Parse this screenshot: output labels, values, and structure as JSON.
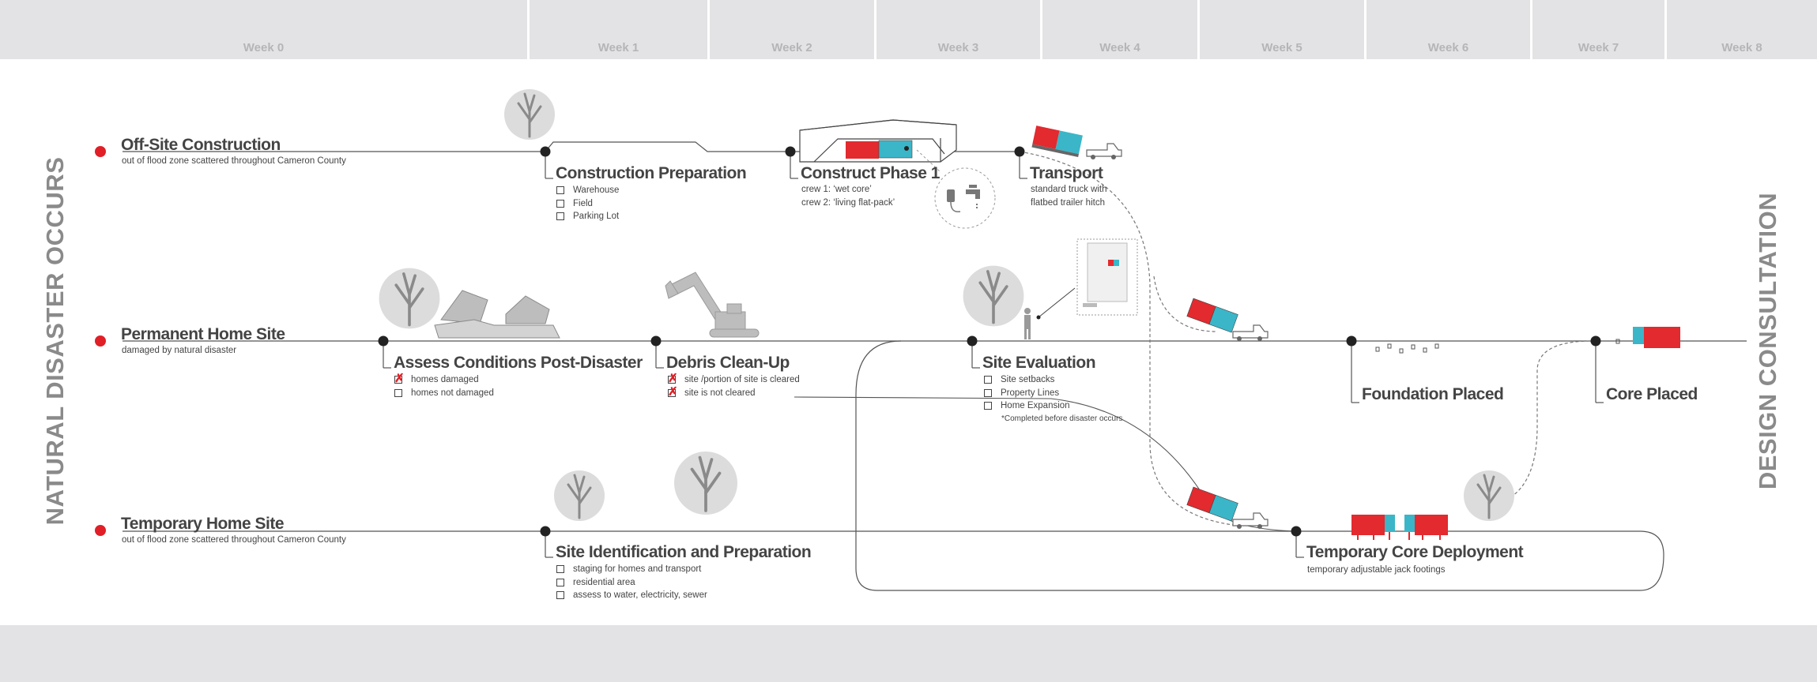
{
  "weeks": [
    "Week 0",
    "Week 1",
    "Week 2",
    "Week 3",
    "Week 4",
    "Week 5",
    "Week 6",
    "Week 7",
    "Week 8"
  ],
  "side_labels": {
    "left": "NATURAL DISASTER OCCURS",
    "right": "DESIGN CONSULTATION"
  },
  "rows": {
    "offsite": {
      "title": "Off-Site Construction",
      "subtitle": "out of flood zone scattered throughout Cameron County"
    },
    "permanent": {
      "title": "Permanent Home Site",
      "subtitle": "damaged by natural disaster"
    },
    "temporary": {
      "title": "Temporary Home Site",
      "subtitle": "out of flood zone scattered throughout Cameron County"
    }
  },
  "steps": {
    "construction_prep": {
      "title": "Construction Preparation",
      "items": [
        {
          "label": "Warehouse",
          "checked": false
        },
        {
          "label": "Field",
          "checked": false
        },
        {
          "label": "Parking Lot",
          "checked": false
        }
      ]
    },
    "construct_phase1": {
      "title": "Construct Phase 1",
      "notes": [
        "crew 1: ‘wet core’",
        "crew 2: ‘living flat-pack’"
      ]
    },
    "transport": {
      "title": "Transport",
      "notes": [
        "standard truck with",
        "flatbed trailer hitch"
      ]
    },
    "assess": {
      "title": "Assess Conditions Post-Disaster",
      "items": [
        {
          "label": "homes damaged",
          "checked": true
        },
        {
          "label": "homes not damaged",
          "checked": false
        }
      ]
    },
    "debris": {
      "title": "Debris Clean-Up",
      "items": [
        {
          "label": "site /portion of site is cleared",
          "checked": true
        },
        {
          "label": "site is not cleared",
          "checked": true
        }
      ]
    },
    "site_eval": {
      "title": "Site Evaluation",
      "items": [
        {
          "label": "Site setbacks",
          "checked": false
        },
        {
          "label": "Property Lines",
          "checked": false
        },
        {
          "label": "Home Expansion",
          "checked": false
        }
      ],
      "footnote": "*Completed before disaster occurs"
    },
    "foundation": {
      "title": "Foundation Placed"
    },
    "core_placed": {
      "title": "Core Placed"
    },
    "site_id": {
      "title": "Site Identification and Preparation",
      "items": [
        {
          "label": "staging for homes and transport",
          "checked": false
        },
        {
          "label": "residential area",
          "checked": false
        },
        {
          "label": "assess to water, electricity, sewer",
          "checked": false
        }
      ]
    },
    "temp_core": {
      "title": "Temporary Core Deployment",
      "notes": [
        "temporary adjustable jack footings"
      ]
    }
  },
  "colors": {
    "accent_red": "#e01f26",
    "container_red": "#e22a2f",
    "container_teal": "#3ab6c8",
    "gray_header": "#e3e3e5",
    "tree_circle": "#dcdcdc",
    "line": "#444444"
  },
  "icons": [
    "tree-icon",
    "house-icon",
    "excavator-icon",
    "warehouse-icon",
    "truck-icon",
    "faucet-icon",
    "plug-icon",
    "person-icon",
    "site-plan-icon",
    "shipping-container-icon"
  ]
}
